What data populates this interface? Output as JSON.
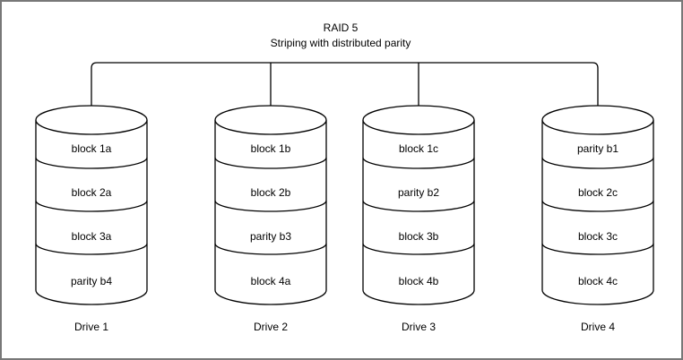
{
  "title": {
    "line1": "RAID 5",
    "line2": "Striping with distributed parity"
  },
  "drives": [
    {
      "name": "Drive 1",
      "blocks": [
        "block 1a",
        "block 2a",
        "block 3a",
        "parity b4"
      ]
    },
    {
      "name": "Drive 2",
      "blocks": [
        "block 1b",
        "block 2b",
        "parity b3",
        "block 4a"
      ]
    },
    {
      "name": "Drive 3",
      "blocks": [
        "block 1c",
        "parity b2",
        "block 3b",
        "block 4b"
      ]
    },
    {
      "name": "Drive 4",
      "blocks": [
        "parity b1",
        "block 2c",
        "block 3c",
        "block 4c"
      ]
    }
  ],
  "colors": {
    "line": "#000000",
    "background": "#ffffff",
    "frame_border": "#787878"
  }
}
